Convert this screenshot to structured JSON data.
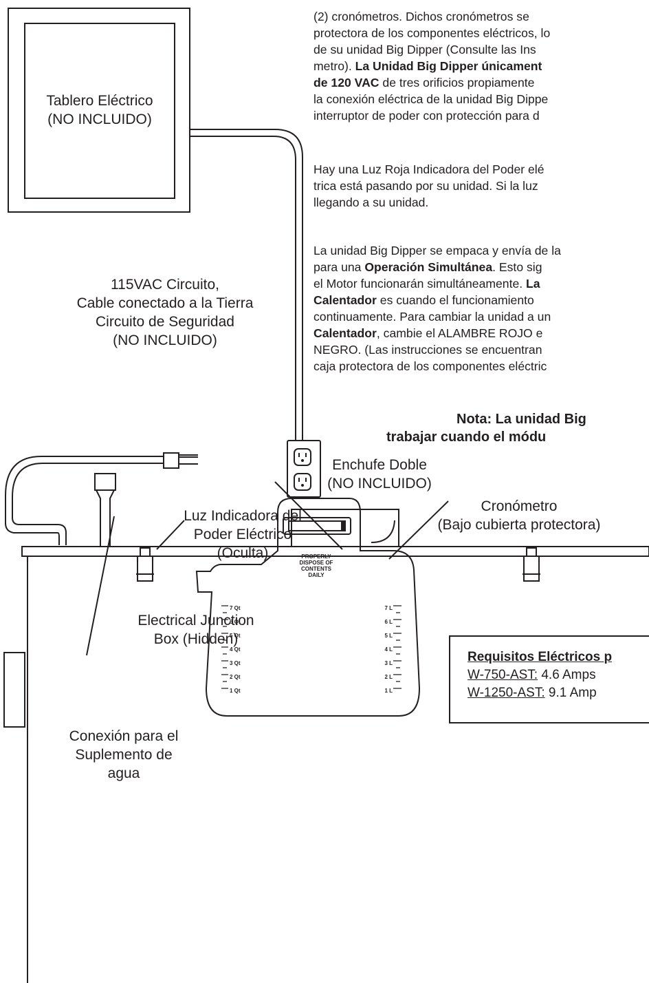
{
  "body_text": {
    "p1": [
      "(2) cronómetros.  Dichos cronómetros se",
      "protectora de los componentes eléctricos, lo",
      "de su unidad Big Dipper (Consulte las Ins",
      {
        "pre": "metro).  ",
        "bold": "La Unidad Big Dipper únicament"
      },
      {
        "bold": "de 120 VAC",
        "post": " de tres orificios propiamente"
      },
      "la conexión eléctrica de la unidad Big Dippe",
      "interruptor de poder con protección  para d"
    ],
    "p2": [
      "Hay una Luz Roja Indicadora del Poder elé",
      "trica está pasando por su unidad.  Si la luz",
      "llegando a su unidad."
    ],
    "p3": [
      "La unidad Big Dipper se empaca y envía de la",
      {
        "pre": "para una ",
        "bold": "Operación Simultánea",
        "post": ". Esto sig"
      },
      {
        "pre": "el Motor funcionarán simultáneamente.  ",
        "bold": "La"
      },
      {
        "bold": "Calentador",
        "post": " es cuando el funcionamiento"
      },
      "continuamente. Para cambiar la unidad a un",
      {
        "bold": "Calentador",
        "post": ", cambie  el ALAMBRE ROJO e"
      },
      "NEGRO. (Las instrucciones se encuentran",
      "caja protectora de los componentes eléctric"
    ],
    "note_line1": "Nota: La unidad Big",
    "note_line2": "trabajar cuando el módu"
  },
  "labels": {
    "panel": [
      "Tablero Eléctrico",
      "(NO INCLUIDO)"
    ],
    "circuit": [
      "115VAC Circuito,",
      "Cable conectado a la Tierra",
      "Circuito de Seguridad",
      "(NO INCLUIDO)"
    ],
    "outlet": [
      "Enchufe Doble",
      "(NO INCLUIDO)"
    ],
    "timer": [
      "Cronómetro",
      "(Bajo cubierta protectora)"
    ],
    "power_light": [
      "Luz Indicadora del",
      "Poder Eléctrico",
      "(Oculta)"
    ],
    "junction": [
      "Electrical Junction",
      "Box (Hidden)"
    ],
    "water": [
      "Conexión para el",
      "Suplemento de",
      "agua"
    ]
  },
  "requirements": {
    "title": "Requisitos Eléctricos p",
    "rows": [
      {
        "model": "W-750-AST:",
        "value": " 4.6 Amps"
      },
      {
        "model": "W-1250-AST:",
        "value": " 9.1 Amp"
      }
    ]
  },
  "jug": {
    "label": [
      "PROPERLY",
      "DISPOSE OF",
      "CONTENTS",
      "DAILY"
    ],
    "qt_marks": [
      "7 Qt",
      "6 Qt",
      "5 Qt",
      "4 Qt",
      "3 Qt",
      "2 Qt",
      "1 Qt"
    ],
    "l_marks": [
      "7 L",
      "6 L",
      "5 L",
      "4 L",
      "3 L",
      "2 L",
      "1 L"
    ]
  }
}
